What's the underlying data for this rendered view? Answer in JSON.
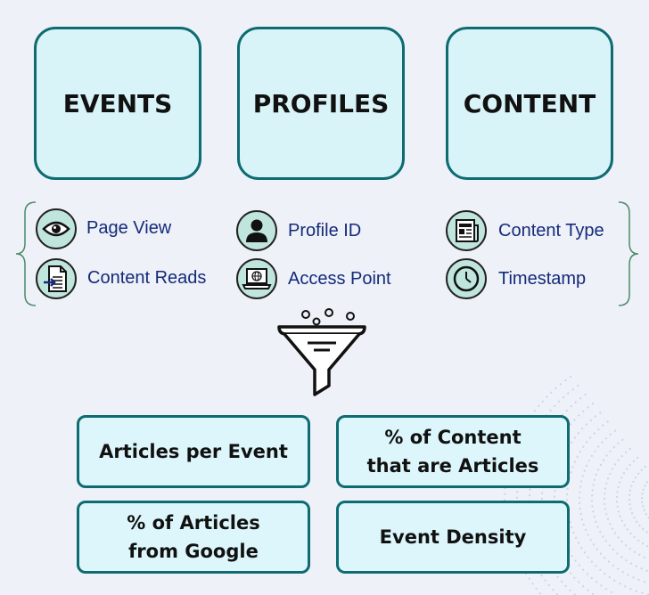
{
  "categories": [
    {
      "title": "EVENTS"
    },
    {
      "title": "PROFILES"
    },
    {
      "title": "CONTENT"
    }
  ],
  "attributes": [
    {
      "label": "Page View",
      "icon": "eye-icon"
    },
    {
      "label": "Content Reads",
      "icon": "document-icon"
    },
    {
      "label": "Profile ID",
      "icon": "user-icon"
    },
    {
      "label": "Access Point",
      "icon": "laptop-globe-icon"
    },
    {
      "label": "Content Type",
      "icon": "newspaper-icon"
    },
    {
      "label": "Timestamp",
      "icon": "clock-icon"
    }
  ],
  "metrics": [
    {
      "line1": "Articles per Event",
      "line2": ""
    },
    {
      "line1": "% of Content",
      "line2": "that are Articles"
    },
    {
      "line1": "% of Articles",
      "line2": "from Google"
    },
    {
      "line1": "Event Density",
      "line2": ""
    }
  ],
  "colors": {
    "box_fill": "#d9f4f8",
    "box_border": "#0d6b72",
    "icon_fill": "#bfe5dc",
    "label_text": "#142a7a"
  }
}
